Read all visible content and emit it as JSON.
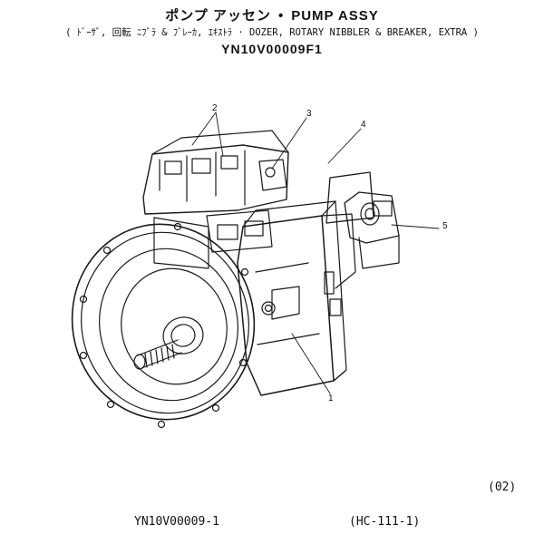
{
  "header": {
    "title_jp": "ポンプ アッセン",
    "title_sep": "•",
    "title_en": "PUMP ASSY",
    "subtitle": "( ﾄﾞｰｻﾞ, 回転 ﾆﾌﾞﾗ & ﾌﾞﾚｰｶ, ｴｷｽﾄﾗ · DOZER, ROTARY NIBBLER & BREAKER, EXTRA )",
    "part_number": "YN10V00009F1"
  },
  "callouts": [
    {
      "id": "callout-1",
      "label": "1"
    },
    {
      "id": "callout-2",
      "label": "2"
    },
    {
      "id": "callout-3",
      "label": "3"
    },
    {
      "id": "callout-4",
      "label": "4"
    },
    {
      "id": "callout-5",
      "label": "5"
    }
  ],
  "footer": {
    "page_code": "(02)",
    "drawing_number": "YN10V00009-1",
    "reference": "(HC-111-1)"
  }
}
